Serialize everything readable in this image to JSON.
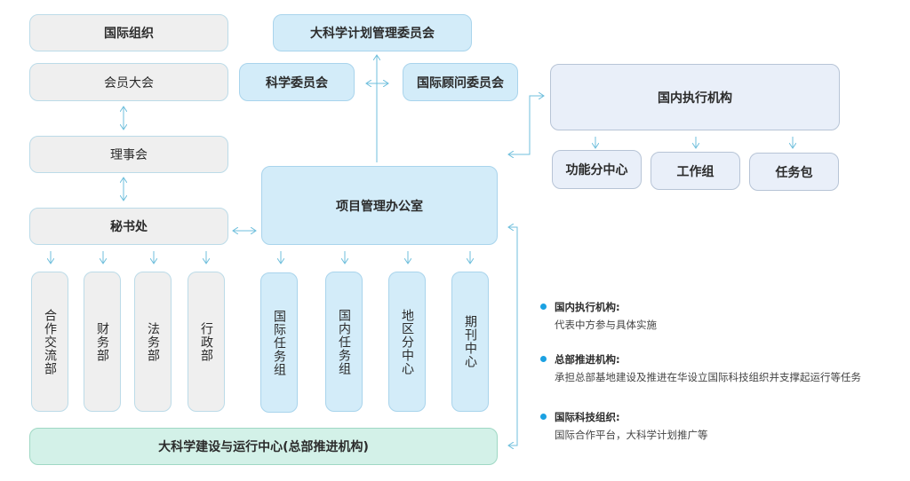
{
  "left_column": {
    "org": "国际组织",
    "assembly": "会员大会",
    "council": "理事会",
    "secretariat": "秘书处",
    "departments": [
      "合作交流部",
      "财务部",
      "法务部",
      "行政部"
    ]
  },
  "center": {
    "top_committee": "大科学计划管理委员会",
    "science_committee": "科学委员会",
    "advisory_committee": "国际顾问委员会",
    "project_office": "项目管理办公室",
    "groups": [
      "国际任务组",
      "国内任务组",
      "地区分中心",
      "期刊中心"
    ]
  },
  "right": {
    "domestic_exec": "国内执行机构",
    "sub_units": [
      "功能分中心",
      "工作组",
      "任务包"
    ]
  },
  "bottom_bar": "大科学建设与运行中心(总部推进机构)",
  "legend": [
    {
      "title": "国内执行机构:",
      "desc": "代表中方参与具体实施"
    },
    {
      "title": "总部推进机构:",
      "desc": "承担总部基地建设及推进在华设立国际科技组织并支撑起运行等任务"
    },
    {
      "title": "国际科技组织:",
      "desc": "国际合作平台，大科学计划推广等"
    }
  ],
  "colors": {
    "arrow": "#6fbfdc",
    "bullet": "#1ba1e2"
  }
}
